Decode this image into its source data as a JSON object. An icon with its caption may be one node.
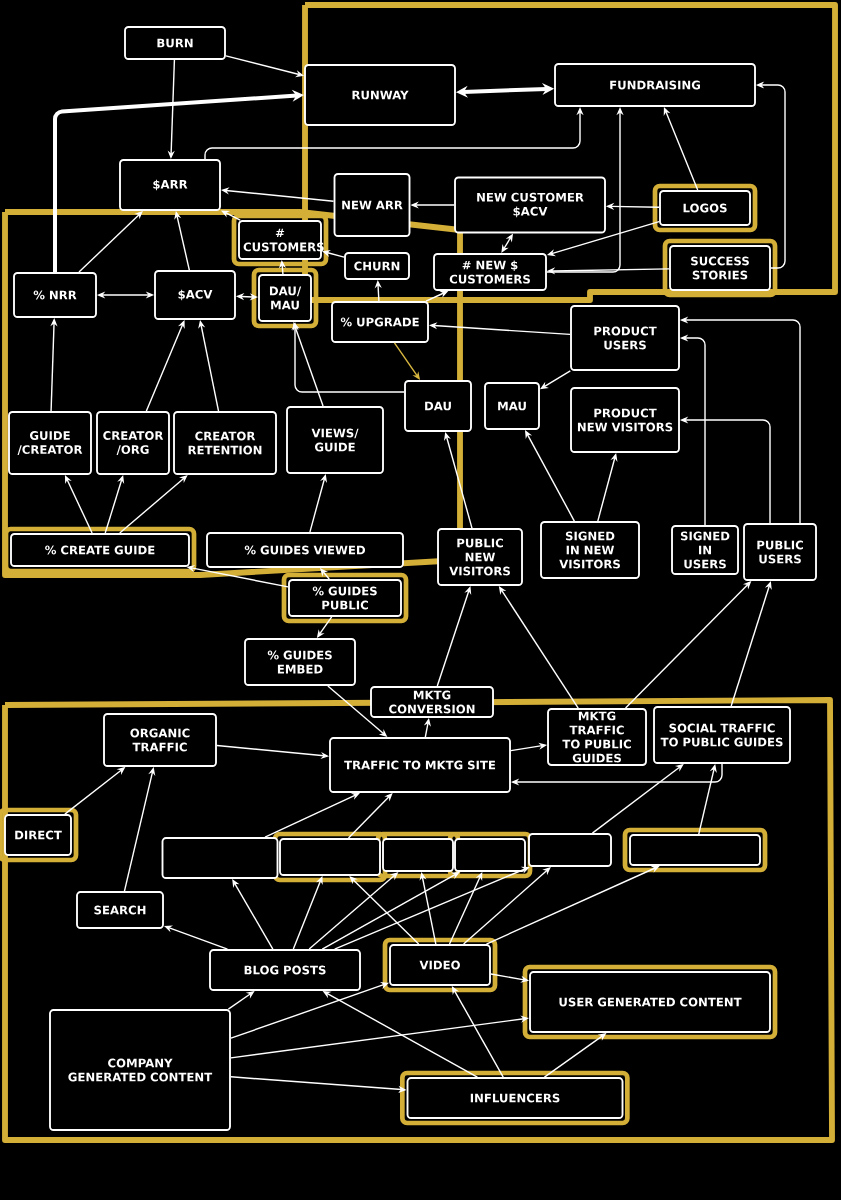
{
  "diagram": {
    "nodes": [
      {
        "text": [
          "BURN"
        ]
      },
      {
        "text": [
          "RUNWAY"
        ]
      },
      {
        "text": [
          "FUNDRAISING"
        ]
      },
      {
        "text": [
          "$ARR"
        ]
      },
      {
        "text": [
          "NEW ARR"
        ]
      },
      {
        "text": [
          "NEW CUSTOMER $ACV"
        ]
      },
      {
        "text": [
          "LOGOS"
        ]
      },
      {
        "text": [
          "# CUSTOMERS"
        ]
      },
      {
        "text": [
          "CHURN"
        ]
      },
      {
        "text": [
          "# NEW $ CUSTOMERS"
        ]
      },
      {
        "text": [
          "SUCCESS STORIES"
        ]
      },
      {
        "text": [
          "% NRR"
        ]
      },
      {
        "text": [
          "$ACV"
        ]
      },
      {
        "text": [
          "DAU/ MAU"
        ]
      },
      {
        "text": [
          "% UPGRADE"
        ]
      },
      {
        "text": [
          "PRODUCT USERS"
        ]
      },
      {
        "text": [
          "DAU"
        ]
      },
      {
        "text": [
          "MAU"
        ]
      },
      {
        "text": [
          "PRODUCT NEW VISITORS"
        ]
      },
      {
        "text": [
          "GUIDE /CREATOR"
        ]
      },
      {
        "text": [
          "CREATOR /ORG"
        ]
      },
      {
        "text": [
          "CREATOR RETENTION"
        ]
      },
      {
        "text": [
          "VIEWS/ GUIDE"
        ]
      },
      {
        "text": [
          "% CREATE GUIDE"
        ]
      },
      {
        "text": [
          "% GUIDES VIEWED"
        ]
      },
      {
        "text": [
          "PUBLIC NEW VISITORS"
        ]
      },
      {
        "text": [
          "SIGNED IN NEW VISITORS"
        ]
      },
      {
        "text": [
          "SIGNED IN USERS"
        ]
      },
      {
        "text": [
          "PUBLIC USERS"
        ]
      },
      {
        "text": [
          "% GUIDES PUBLIC"
        ]
      },
      {
        "text": [
          "% GUIDES EMBED"
        ]
      },
      {
        "text": [
          "MKTG CONVERSION"
        ]
      },
      {
        "text": [
          "ORGANIC TRAFFIC"
        ]
      },
      {
        "text": [
          "TRAFFIC TO MKTG SITE"
        ]
      },
      {
        "text": [
          "MKTG TRAFFIC TO PUBLIC GUIDES"
        ]
      },
      {
        "text": [
          "SOCIAL TRAFFIC TO PUBLIC GUIDES"
        ]
      },
      {
        "text": [
          "DIRECT"
        ]
      },
      {
        "text": [],
        "shape": "box"
      },
      {
        "text": [],
        "shape": "box"
      },
      {
        "text": [],
        "shape": "box"
      },
      {
        "text": [],
        "shape": "box"
      },
      {
        "text": [],
        "shape": "box"
      },
      {
        "text": [],
        "shape": "box"
      },
      {
        "text": [
          "SEARCH"
        ]
      },
      {
        "text": [
          "BLOG POSTS"
        ]
      },
      {
        "text": [
          "VIDEO"
        ]
      },
      {
        "text": [
          "USER GENERATED CONTENT"
        ]
      },
      {
        "text": [
          "COMPANY GENERATED CONTENT"
        ]
      },
      {
        "text": [
          "INFLUENCERS"
        ]
      }
    ],
    "edges": [
      {
        "from": 0,
        "to": 1,
        "arrow": "to"
      },
      {
        "from": 0,
        "to": 3,
        "arrow": "to"
      },
      {
        "from": 1,
        "to": 2,
        "arrow": "both",
        "style": "thick"
      },
      {
        "from": 11,
        "to": 1,
        "arrow": "to",
        "style": "thick"
      },
      {
        "from": 3,
        "to": 2,
        "arrow": "to"
      },
      {
        "from": 4,
        "to": 3,
        "arrow": "to"
      },
      {
        "from": 5,
        "to": 4,
        "arrow": "to"
      },
      {
        "from": 6,
        "to": 5,
        "arrow": "to"
      },
      {
        "from": 6,
        "to": 2,
        "arrow": "to"
      },
      {
        "from": 10,
        "to": 2,
        "arrow": "to"
      },
      {
        "from": 9,
        "to": 2,
        "arrow": "to"
      },
      {
        "from": 9,
        "to": 5,
        "arrow": "both"
      },
      {
        "from": 6,
        "to": 9,
        "arrow": "to"
      },
      {
        "from": 10,
        "to": 9,
        "arrow": "to"
      },
      {
        "from": 7,
        "to": 3,
        "arrow": "to"
      },
      {
        "from": 12,
        "to": 3,
        "arrow": "to"
      },
      {
        "from": 11,
        "to": 3,
        "arrow": "to"
      },
      {
        "from": 11,
        "to": 12,
        "arrow": "both"
      },
      {
        "from": 12,
        "to": 13,
        "arrow": "both"
      },
      {
        "from": 8,
        "to": 7,
        "arrow": "to"
      },
      {
        "from": 13,
        "to": 7,
        "arrow": "to"
      },
      {
        "from": 14,
        "to": 8,
        "arrow": "to"
      },
      {
        "from": 14,
        "to": 9,
        "arrow": "to"
      },
      {
        "from": 15,
        "to": 14,
        "arrow": "to"
      },
      {
        "from": 14,
        "to": 16,
        "arrow": "to",
        "color": "#d9b840"
      },
      {
        "from": 15,
        "to": 17,
        "arrow": "to"
      },
      {
        "from": 16,
        "to": 13,
        "arrow": "to"
      },
      {
        "from": 19,
        "to": 11,
        "arrow": "to"
      },
      {
        "from": 20,
        "to": 12,
        "arrow": "to"
      },
      {
        "from": 21,
        "to": 12,
        "arrow": "to"
      },
      {
        "from": 22,
        "to": 13,
        "arrow": "to"
      },
      {
        "from": 23,
        "to": 19,
        "arrow": "to"
      },
      {
        "from": 23,
        "to": 20,
        "arrow": "to"
      },
      {
        "from": 23,
        "to": 21,
        "arrow": "to"
      },
      {
        "from": 24,
        "to": 22,
        "arrow": "to"
      },
      {
        "from": 29,
        "to": 24,
        "arrow": "to"
      },
      {
        "from": 29,
        "to": 23,
        "arrow": "to"
      },
      {
        "from": 29,
        "to": 30,
        "arrow": "to"
      },
      {
        "from": 30,
        "to": 33,
        "arrow": "to"
      },
      {
        "from": 25,
        "to": 16,
        "arrow": "to"
      },
      {
        "from": 26,
        "to": 17,
        "arrow": "to"
      },
      {
        "from": 26,
        "to": 18,
        "arrow": "to"
      },
      {
        "from": 27,
        "to": 15,
        "arrow": "to"
      },
      {
        "from": 28,
        "to": 15,
        "arrow": "to"
      },
      {
        "from": 28,
        "to": 18,
        "arrow": "to"
      },
      {
        "from": 33,
        "to": 31,
        "arrow": "to"
      },
      {
        "from": 31,
        "to": 25,
        "arrow": "to"
      },
      {
        "from": 34,
        "to": 25,
        "arrow": "to"
      },
      {
        "from": 34,
        "to": 28,
        "arrow": "to"
      },
      {
        "from": 35,
        "to": 28,
        "arrow": "to"
      },
      {
        "from": 35,
        "to": 33,
        "arrow": "to"
      },
      {
        "from": 33,
        "to": 34,
        "arrow": "to"
      },
      {
        "from": 32,
        "to": 33,
        "arrow": "to"
      },
      {
        "from": 36,
        "to": 32,
        "arrow": "to"
      },
      {
        "from": 43,
        "to": 32,
        "arrow": "to"
      },
      {
        "from": 44,
        "to": 43,
        "arrow": "to"
      },
      {
        "from": 37,
        "to": 33,
        "arrow": "to"
      },
      {
        "from": 38,
        "to": 33,
        "arrow": "to"
      },
      {
        "from": 41,
        "to": 35,
        "arrow": "to"
      },
      {
        "from": 42,
        "to": 35,
        "arrow": "to"
      },
      {
        "from": 44,
        "to": 37,
        "arrow": "to"
      },
      {
        "from": 44,
        "to": 38,
        "arrow": "to"
      },
      {
        "from": 44,
        "to": 39,
        "arrow": "to"
      },
      {
        "from": 44,
        "to": 40,
        "arrow": "to"
      },
      {
        "from": 44,
        "to": 41,
        "arrow": "to"
      },
      {
        "from": 45,
        "to": 38,
        "arrow": "to"
      },
      {
        "from": 45,
        "to": 39,
        "arrow": "to"
      },
      {
        "from": 45,
        "to": 40,
        "arrow": "to"
      },
      {
        "from": 45,
        "to": 41,
        "arrow": "to"
      },
      {
        "from": 45,
        "to": 42,
        "arrow": "to"
      },
      {
        "from": 47,
        "to": 44,
        "arrow": "to"
      },
      {
        "from": 47,
        "to": 45,
        "arrow": "to"
      },
      {
        "from": 47,
        "to": 48,
        "arrow": "to"
      },
      {
        "from": 47,
        "to": 46,
        "arrow": "to"
      },
      {
        "from": 48,
        "to": 46,
        "arrow": "to"
      },
      {
        "from": 48,
        "to": 44,
        "arrow": "to"
      },
      {
        "from": 48,
        "to": 45,
        "arrow": "to"
      },
      {
        "from": 45,
        "to": 46,
        "arrow": "to"
      }
    ]
  }
}
